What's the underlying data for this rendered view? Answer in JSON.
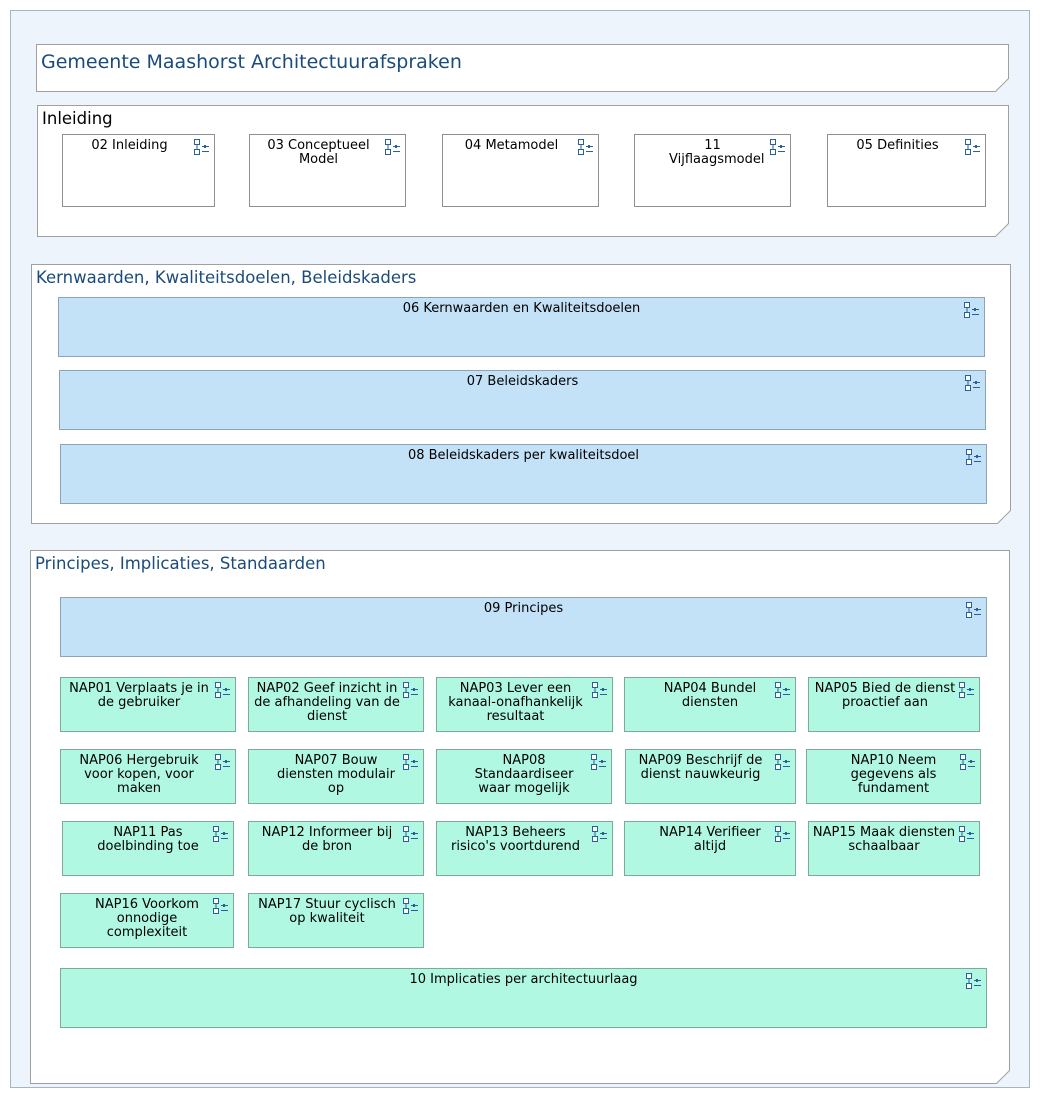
{
  "diagram_title": "Gemeente Maashorst Architectuurafspraken",
  "groups": {
    "inleiding": {
      "title": "Inleiding",
      "views": [
        "02 Inleiding",
        "03 Conceptueel Model",
        "04 Metamodel",
        "11 Vijflaagsmodel",
        "05 Definities"
      ]
    },
    "kernwaarden": {
      "title": "Kernwaarden, Kwaliteitsdoelen, Beleidskaders",
      "views": [
        "06 Kernwaarden en Kwaliteitsdoelen",
        "07 Beleidskaders",
        "08 Beleidskaders per kwaliteitsdoel"
      ]
    },
    "principes": {
      "title": "Principes, Implicaties, Standaarden",
      "principles_view": "09 Principes",
      "implications_view": "10 Implicaties per architectuurlaag",
      "nap": [
        "NAP01 Verplaats je in de gebruiker",
        "NAP02 Geef inzicht in de afhandeling van de dienst",
        "NAP03 Lever een kanaal-onafhankelijk resultaat",
        "NAP04 Bundel diensten",
        "NAP05 Bied de dienst proactief aan",
        "NAP06 Hergebruik voor kopen, voor maken",
        "NAP07 Bouw diensten modulair op",
        "NAP08 Standaardiseer waar mogelijk",
        "NAP09 Beschrijf de dienst nauwkeurig",
        "NAP10 Neem gegevens als fundament",
        "NAP11 Pas doelbinding toe",
        "NAP12 Informeer bij de bron",
        "NAP13 Beheers risico's voortdurend",
        "NAP14 Verifieer altijd",
        "NAP15 Maak diensten schaalbaar",
        "NAP16 Voorkom onnodige complexiteit",
        "NAP17 Stuur cyclisch op kwaliteit"
      ]
    }
  },
  "icon": "view-reference-icon",
  "colors": {
    "background": "#eef4fb",
    "group_title": "#1a4b7c",
    "view_blue": "#c3e1f7",
    "view_mint": "#b1f8e2"
  }
}
